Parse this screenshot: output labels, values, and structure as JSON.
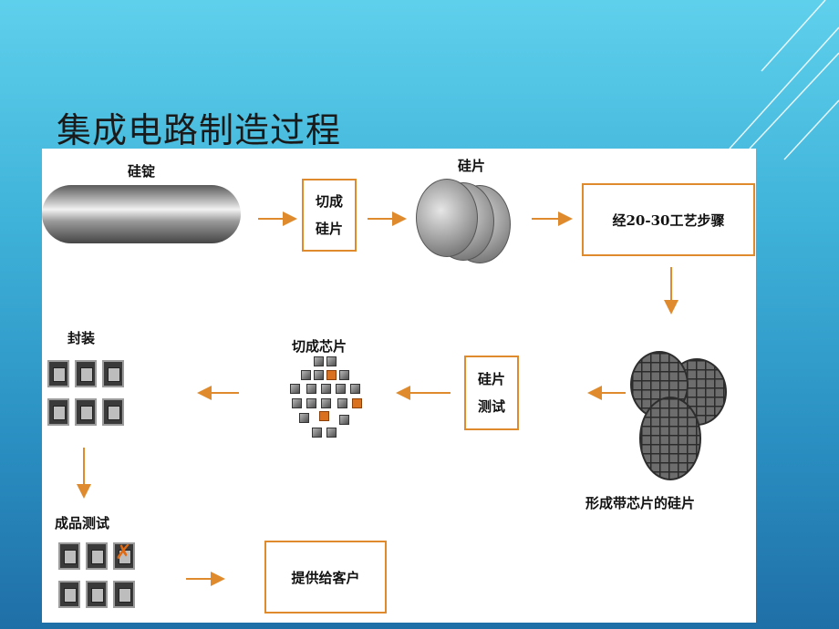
{
  "slide": {
    "title": "集成电路制造过程"
  },
  "flow": {
    "ingot_label": "硅锭",
    "cut_wafer_box": {
      "line1": "切成",
      "line2": "硅片"
    },
    "wafer_label": "硅片",
    "process_steps_box": "经20-30工艺步骤",
    "wafer_with_chips_label": "形成带芯片的硅片",
    "wafer_test_box": {
      "line1": "硅片",
      "line2": "测试"
    },
    "diced_chips_label": "切成芯片",
    "packaging_label": "封装",
    "final_test_label": "成品测试",
    "deliver_box": "提供给客户"
  },
  "colors": {
    "arrow": "#e08a2e",
    "box_border": "#e08a2e",
    "background_top": "#5fd0ec",
    "background_bottom": "#1f6fa7"
  }
}
